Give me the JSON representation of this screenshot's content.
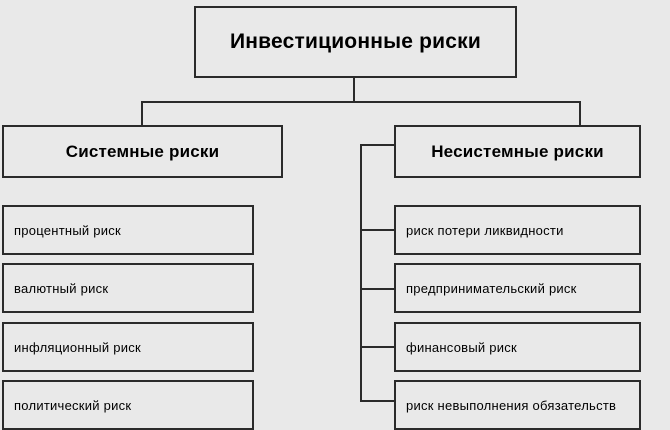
{
  "diagram": {
    "type": "tree",
    "title": "Инвестиционные риски",
    "root": {
      "label": "Инвестиционные риски"
    },
    "branches": [
      {
        "label": "Системные риски",
        "children": [
          {
            "label": "процентный риск"
          },
          {
            "label": "валютный риск"
          },
          {
            "label": "инфляционный риск"
          },
          {
            "label": "политический риск"
          }
        ]
      },
      {
        "label": "Несистемные риски",
        "children": [
          {
            "label": "риск потери ликвидности"
          },
          {
            "label": "предпринимательский риск"
          },
          {
            "label": "финансовый риск"
          },
          {
            "label": "риск невыполнения обязательств"
          }
        ]
      }
    ],
    "colors": {
      "background": "#e9e9e9",
      "box_fill": "#e9e9e9",
      "border": "#2b2b2b",
      "text": "#000000"
    }
  }
}
